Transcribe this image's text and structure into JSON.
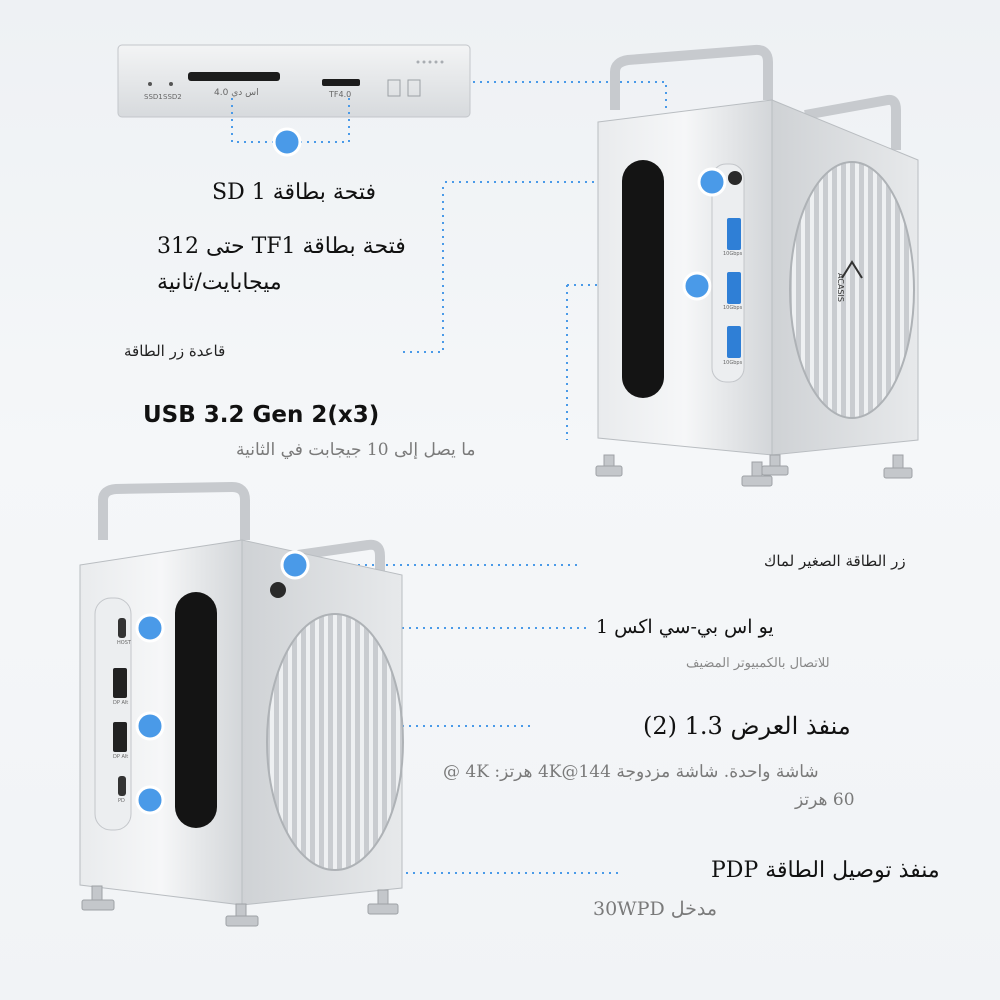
{
  "top_panel": {
    "ssd1": "SSD1",
    "ssd2": "SSD2",
    "sd_slot_label": "اس دي 4.0",
    "tf_slot_label": "TF4.0"
  },
  "callouts": {
    "sd_slot": "فتحة بطاقة 1 SD",
    "tf_slot_line1": "فتحة بطاقة TF1 حتى 312",
    "tf_slot_line2": "ميجابايت/ثانية",
    "power_button_base": "قاعدة زر الطاقة",
    "usb_title": "USB 3.2 Gen 2(x3)",
    "usb_sub": "ما يصل إلى 10 جيجابت في الثانية",
    "mac_power_button": "زر الطاقة الصغير لماك",
    "usbc_title": "يو اس بي-سي اكس 1",
    "usbc_sub": "للاتصال بالكمبيوتر المضيف",
    "dp_title": "منفذ العرض 1.3 (2)",
    "dp_sub_line1": "شاشة واحدة. شاشة مزدوجة 144@4K هرتز: 4K @",
    "dp_sub_line2": "60 هرتز",
    "pd_title": "منفذ توصيل الطاقة PDP",
    "pd_sub": "مدخل 30WPD"
  },
  "device_markings": {
    "brand": "ACASIS",
    "usb_speed": "10Gbps",
    "host": "HOST",
    "dp": "DP Alt",
    "pd": "PD"
  },
  "colors": {
    "accent_dot": "#4a9ae8",
    "leader_line": "#4a9ae8",
    "aluminum": "#d9dcdf"
  }
}
